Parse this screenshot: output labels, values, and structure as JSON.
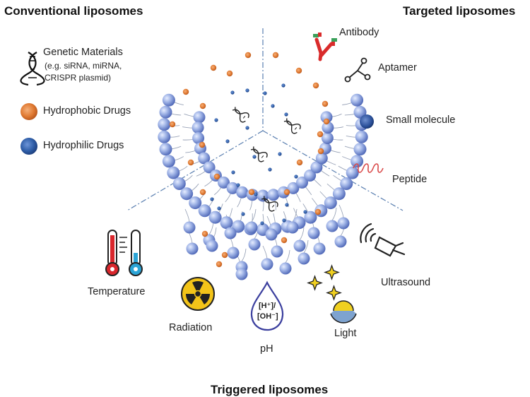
{
  "titles": {
    "conventional": "Conventional liposomes",
    "targeted": "Targeted liposomes",
    "triggered": "Triggered liposomes"
  },
  "legend": {
    "genetic": {
      "label": "Genetic Materials",
      "detail_line1": "(e.g. siRNA, miRNA,",
      "detail_line2": "CRISPR plasmid)"
    },
    "hydrophobic": {
      "label": "Hydrophobic Drugs",
      "color": "#e07a32"
    },
    "hydrophilic": {
      "label": "Hydrophilic Drugs",
      "color": "#2f5ea8"
    }
  },
  "targeting_ligands": {
    "antibody": "Antibody",
    "aptamer": "Aptamer",
    "small_molecule": "Small molecule",
    "peptide": "Peptide"
  },
  "triggers": {
    "temperature": "Temperature",
    "radiation": "Radiation",
    "ph": "pH",
    "ph_symbol_top": "[H⁺]/",
    "ph_symbol_bottom": "[OH⁻]",
    "light": "Light",
    "ultrasound": "Ultrasound"
  },
  "colors": {
    "lipid_head": "#8fa6dd",
    "lipid_head_dark": "#4f67b8",
    "hydrophobic": "#e07a32",
    "hydrophilic": "#2f5ea8",
    "antibody": "#d92b2b",
    "antibody_tip": "#3aa05a",
    "peptide": "#d94a4a",
    "thermo_red": "#d9262c",
    "thermo_blue": "#2ba4d6",
    "radiation_yellow": "#f3c419",
    "ph_drop": "#3b3f9e",
    "light_yellow": "#f0d020",
    "light_blue": "#7ea3cf"
  }
}
